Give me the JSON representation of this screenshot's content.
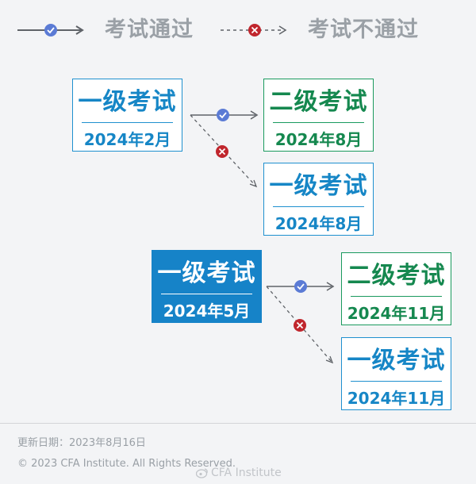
{
  "legend": {
    "pass_label": "考试通过",
    "fail_label": "考试不通过"
  },
  "colors": {
    "pass": "#5b7bd5",
    "fail": "#c0262d",
    "blue": "#1686c6",
    "green": "#15884f"
  },
  "exams": {
    "l1_feb": {
      "title": "一级考试",
      "date": "2024年2月"
    },
    "l2_aug": {
      "title": "二级考试",
      "date": "2024年8月"
    },
    "l1_aug": {
      "title": "一级考试",
      "date": "2024年8月"
    },
    "l1_may": {
      "title": "一级考试",
      "date": "2024年5月"
    },
    "l2_nov": {
      "title": "二级考试",
      "date": "2024年11月"
    },
    "l1_nov": {
      "title": "一级考试",
      "date": "2024年11月"
    }
  },
  "footer": {
    "updated": "更新日期：2023年8月16日",
    "copyright": "© 2023 CFA Institute. All Rights Reserved.",
    "watermark": "CFA Institute"
  }
}
